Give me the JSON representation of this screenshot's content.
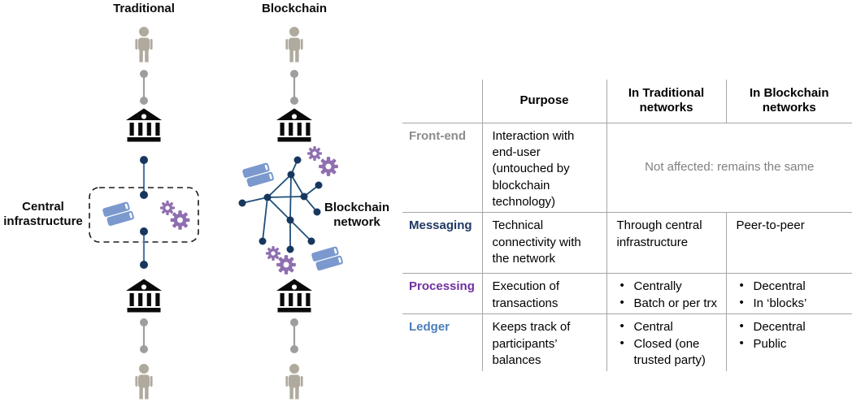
{
  "diagram": {
    "traditional_heading": "Traditional",
    "blockchain_heading": "Blockchain",
    "central_infrastructure_label": "Central infrastructure",
    "blockchain_network_label": "Blockchain network",
    "icons": [
      "person-icon",
      "bank-icon",
      "books-icon",
      "gears-icon",
      "network-node",
      "connector-dot"
    ],
    "colors": {
      "person": "#AFAA9D",
      "bank": "#0A0A0A",
      "books": "#7B99CE",
      "gears": "#8F6FB0",
      "network_blue": "#17375E",
      "connector_gray": "#9E9E9E",
      "connector_blue_line": "#4E7CA8"
    }
  },
  "table": {
    "headers": {
      "purpose": "Purpose",
      "traditional": "In Traditional networks",
      "blockchain": "In Blockchain networks"
    },
    "rows": [
      {
        "label": "Front-end",
        "purpose": "Interaction with end-user (untouched by blockchain technology)",
        "both": "Not affected: remains the same"
      },
      {
        "label": "Messaging",
        "purpose": "Technical connectivity with the network",
        "traditional": "Through central infrastructure",
        "blockchain": "Peer-to-peer"
      },
      {
        "label": "Processing",
        "purpose": "Execution of transactions",
        "traditional": [
          "Centrally",
          "Batch or per trx"
        ],
        "blockchain": [
          "Decentral",
          "In ‘blocks’"
        ]
      },
      {
        "label": "Ledger",
        "purpose": "Keeps track of participants’ balances",
        "traditional": [
          "Central",
          "Closed (one trusted party)"
        ],
        "blockchain": [
          "Decentral",
          "Public"
        ]
      }
    ],
    "colors": {
      "front_end_label": "#8C8C8C",
      "messaging_label": "#1F3864",
      "processing_label": "#7030A0",
      "ledger_label": "#4A7EBB",
      "grid_line": "#A6A6A6",
      "muted_text": "#808080"
    }
  }
}
